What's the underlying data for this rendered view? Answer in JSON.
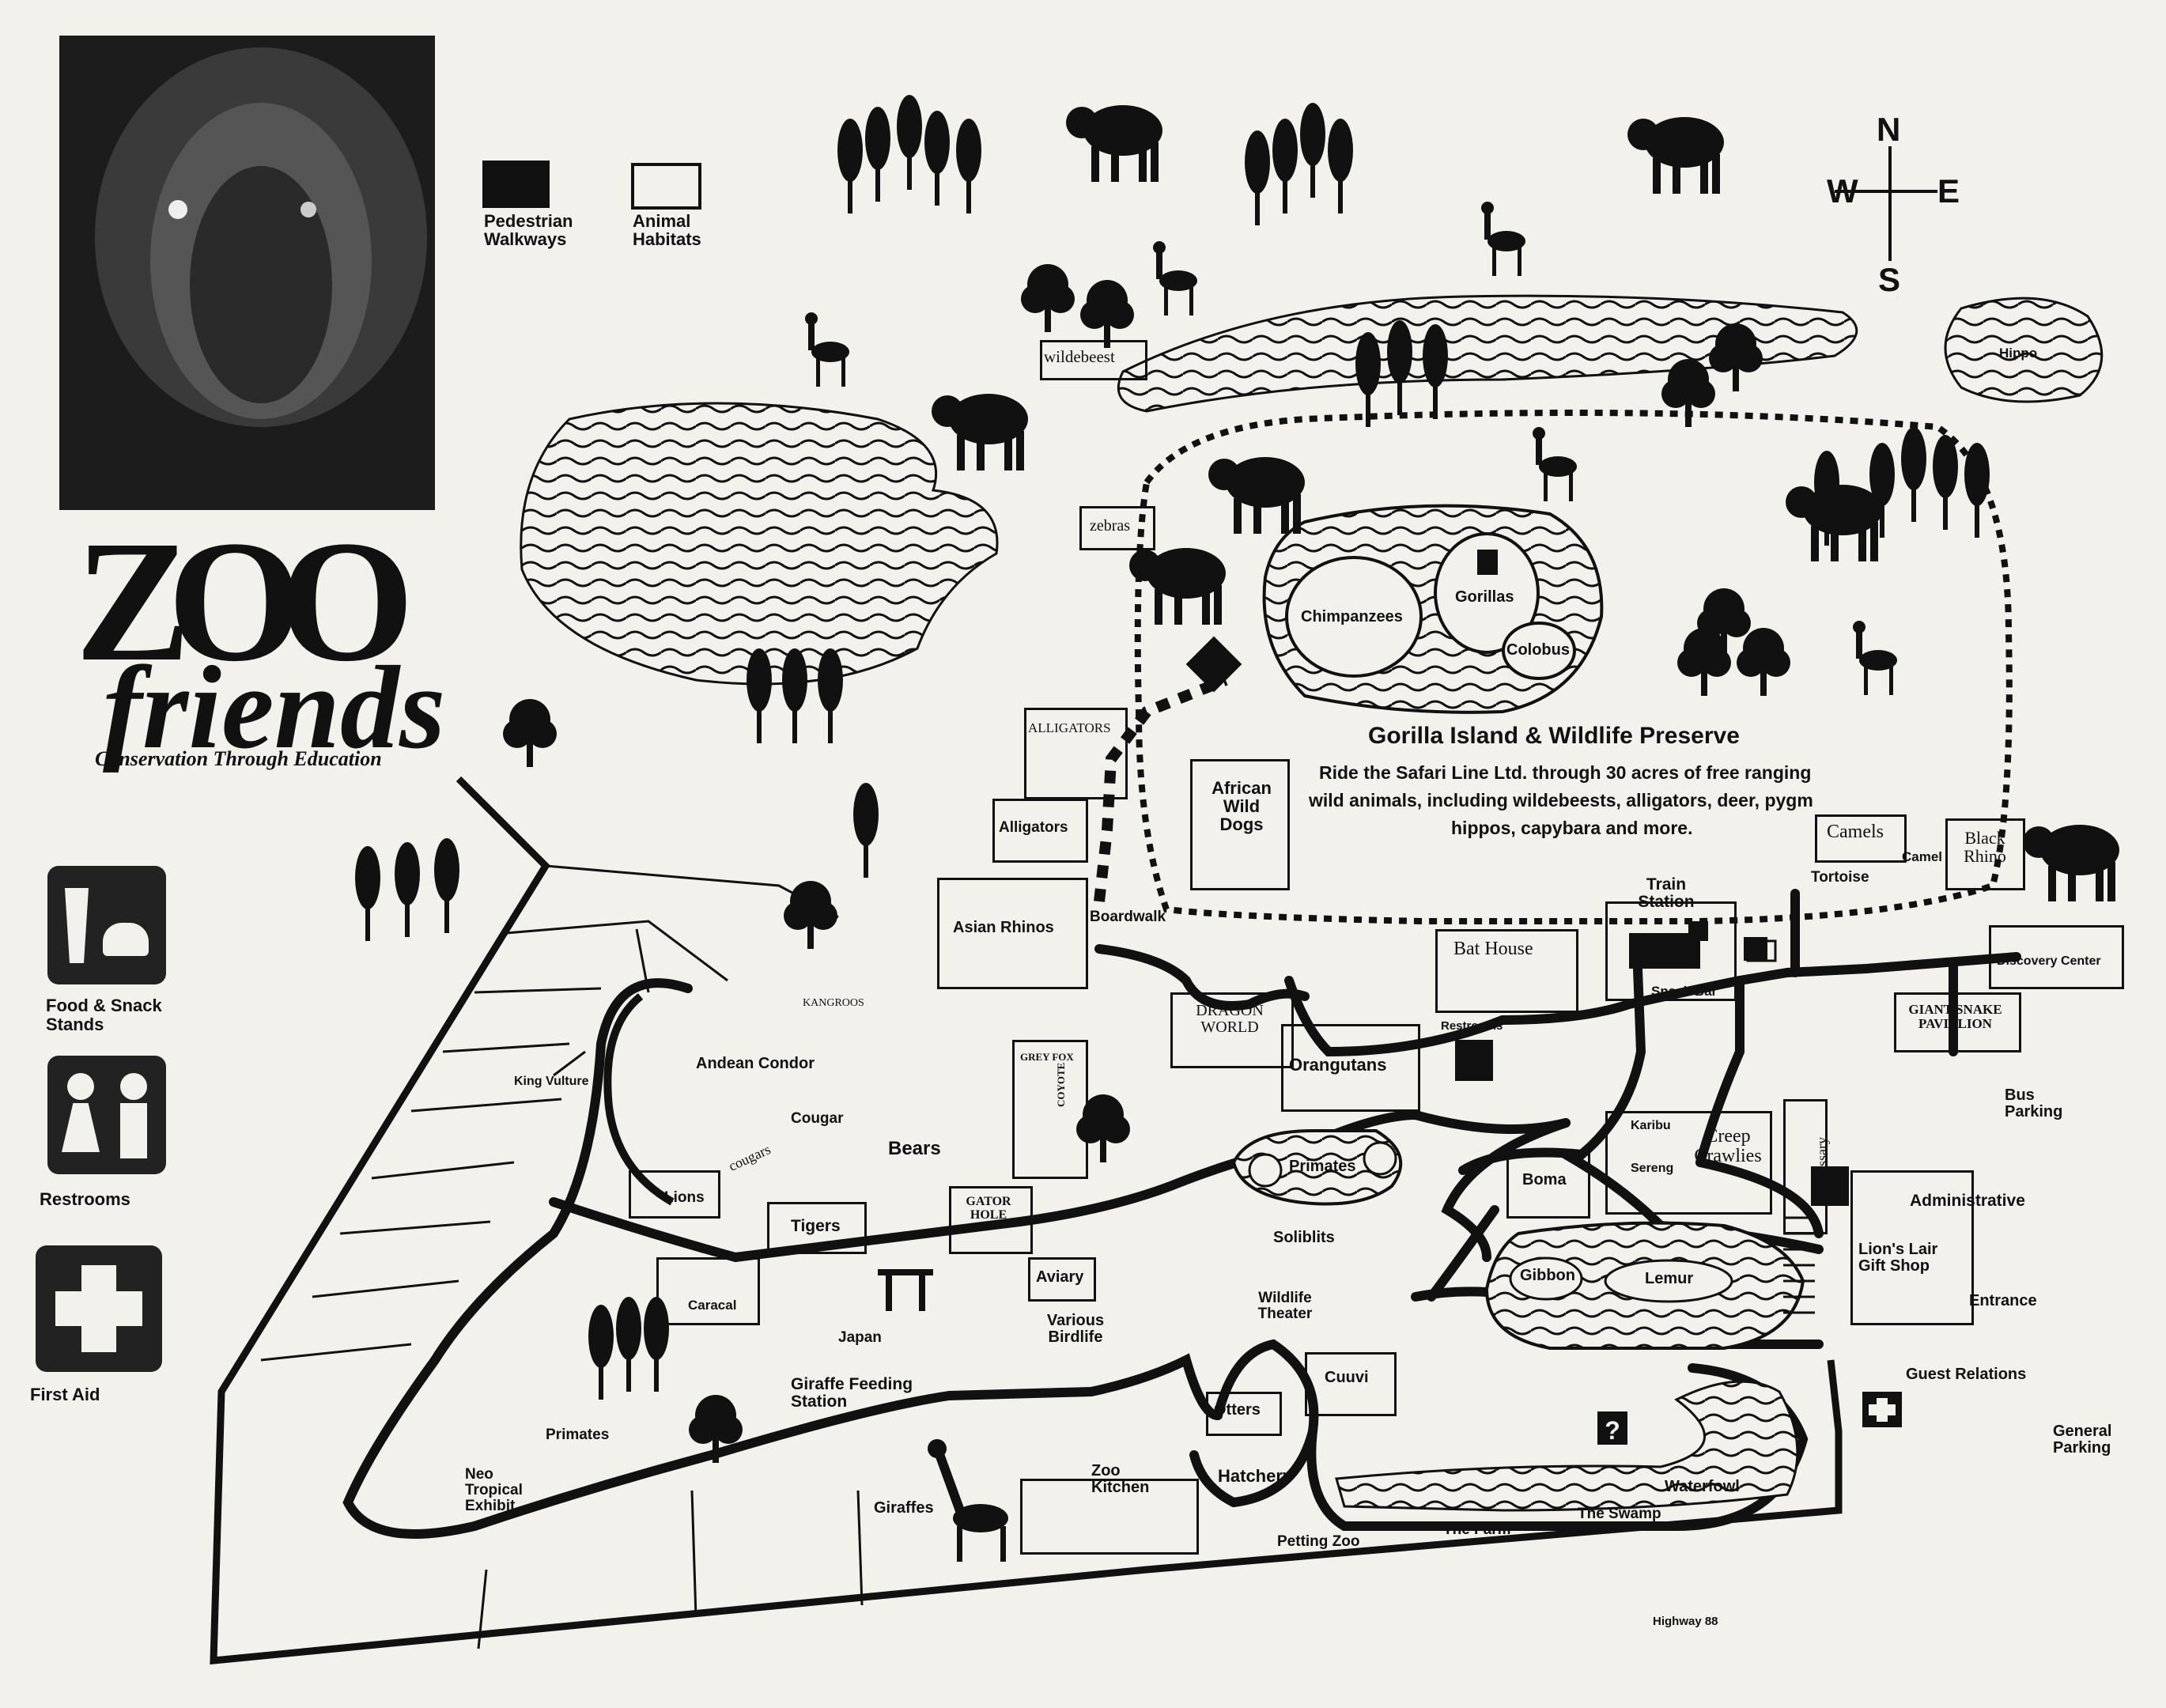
{
  "brand": {
    "logo_main": "ZOO",
    "logo_sub": "friends",
    "tagline": "Conservation Through Education"
  },
  "legend": {
    "pedestrian": "Pedestrian Walkways",
    "habitats": "Animal Habitats"
  },
  "amenities": {
    "food": "Food & Snack Stands",
    "restrooms": "Restrooms",
    "first_aid": "First Aid"
  },
  "compass": {
    "n": "N",
    "s": "S",
    "e": "E",
    "w": "W"
  },
  "preserve": {
    "title": "Gorilla Island & Wildlife Preserve",
    "description_1": "Ride the Safari Line Ltd. through 30 acres of free ranging",
    "description_2": "wild animals, including wildebeests, alligators, deer, pygm",
    "description_3": "hippos, capybara and more."
  },
  "labels": {
    "wildebeest": "wildebeest",
    "zebras": "zebras",
    "hippo": "Hippo",
    "chimpanzees": "Chimpanzees",
    "gorillas": "Gorillas",
    "colobus": "Colobus",
    "alligators_upper": "ALLIGATORS",
    "alligators": "Alligators",
    "african_wild_dogs": "African Wild Dogs",
    "camels_box": "Camels",
    "camel": "Camel",
    "black_rhino": "Black Rhino",
    "tortoise": "Tortoise",
    "train_station": "Train Station",
    "boardwalk": "Boardwalk",
    "asian_rhinos": "Asian Rhinos",
    "bat_house": "Bat House",
    "snack_bar": "Snack Bar",
    "discovery_center": "Discovery Center",
    "giant_snake": "GIANT SNAKE PAVILLION",
    "kangroos": "KANGROOS",
    "dragon_world": "DRAGON WORLD",
    "orangutans": "Orangutans",
    "restrooms_map": "Restrooms",
    "andean_condor": "Andean Condor",
    "king_vulture": "King Vulture",
    "grey_fox": "GREY FOX",
    "coyote": "COYOTE",
    "cougar": "Cougar",
    "cougars": "cougars",
    "bears": "Bears",
    "lions": "Lions",
    "tigers": "Tigers",
    "gator_hole": "GATOR HOLE",
    "primates_center": "Primates",
    "boma": "Boma",
    "karibu": "Karibu",
    "sereng": "Sereng",
    "creep_crawlies": "Creep Crawlies",
    "commissary": "commissary",
    "bus_parking": "Bus Parking",
    "administrative": "Administrative",
    "lions_lair": "Lion's Lair Gift Shop",
    "entrance": "Entrance",
    "guest_relations": "Guest Relations",
    "general_parking": "General Parking",
    "caracal": "Caracal",
    "japan": "Japan",
    "aviary": "Aviary",
    "soliblits": "Soliblits",
    "various_birdlife": "Various Birdlife",
    "wildlife_theater": "Wildlife Theater",
    "gibbon": "Gibbon",
    "lemur": "Lemur",
    "giraffe_feeding": "Giraffe Feeding Station",
    "primates_left": "Primates",
    "neotropical": "Neo Tropical Exhibit",
    "giraffes": "Giraffes",
    "zoo_kitchen": "Zoo Kitchen",
    "otters": "Otters",
    "hatchery": "Hatchery",
    "cuuvi": "Cuuvi",
    "waterfowl": "Waterfowl",
    "the_swamp": "The Swamp",
    "the_farm": "The Farm",
    "petting_zoo": "Petting Zoo",
    "highway": "Highway 88"
  }
}
